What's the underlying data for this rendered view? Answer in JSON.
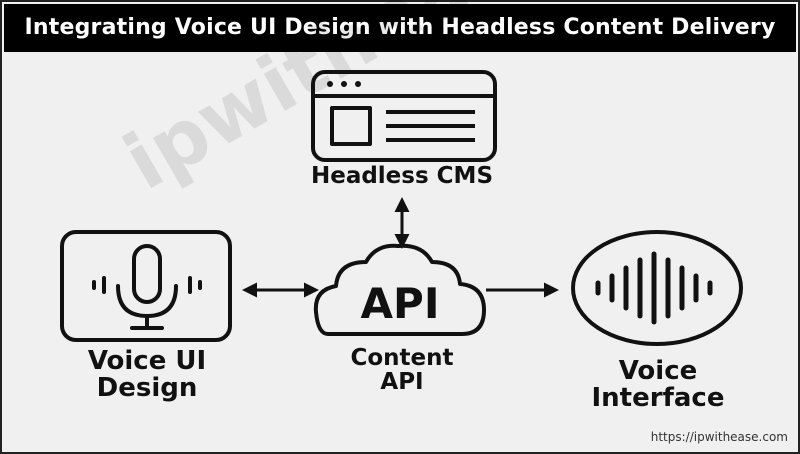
{
  "title": "Integrating Voice UI Design with Headless Content Delivery",
  "nodes": {
    "cms": {
      "label": "Headless CMS"
    },
    "voice_ui": {
      "line1": "Voice UI",
      "line2": "Design"
    },
    "api": {
      "badge": "API",
      "line1": "Content",
      "line2": "API"
    },
    "voice_interface": {
      "line1": "Voice",
      "line2": "Interface"
    }
  },
  "watermark": "ipwithease.com",
  "footer": {
    "url": "https://ipwithease.com"
  },
  "colors": {
    "title_bg": "#000000",
    "title_text": "#ffffff",
    "background": "#f0f0f0",
    "ink": "#111111"
  },
  "icons": [
    "browser-window-icon",
    "microphone-icon",
    "cloud-icon",
    "sound-wave-icon"
  ]
}
